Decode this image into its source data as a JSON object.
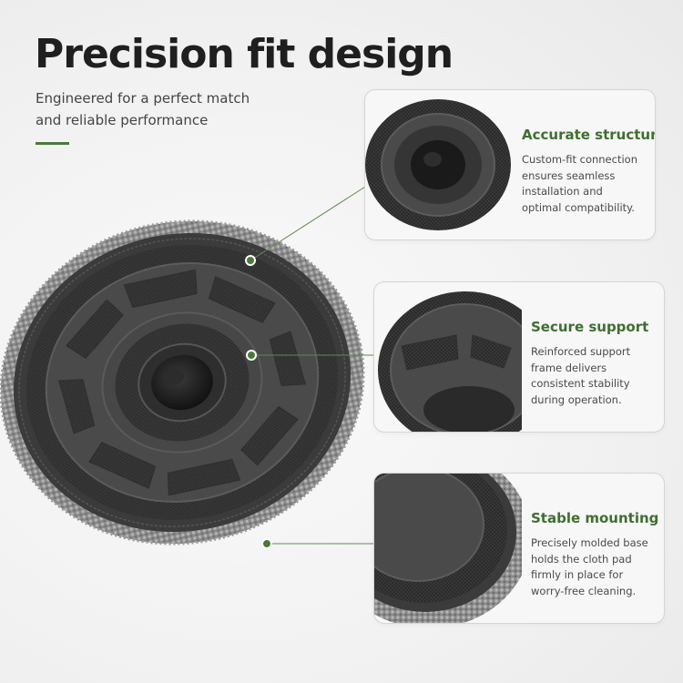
{
  "header": {
    "title": "Precision fit design",
    "subtitle_lines": [
      "Engineered for a perfect match",
      "and reliable performance"
    ]
  },
  "colors": {
    "accent_green": "#4a7a3a",
    "title_text": "#1f1f1f",
    "body_text": "#4a4a4a",
    "card_border": "#d5d5d5"
  },
  "callouts": [
    {
      "title": "Accurate structure",
      "body_lines": [
        "Custom-fit connection",
        "ensures seamless",
        "installation and",
        "optimal compatibility."
      ]
    },
    {
      "title": "Secure support",
      "body_lines": [
        "Reinforced support",
        "frame delivers",
        "consistent stability",
        "during operation."
      ]
    },
    {
      "title": "Stable mounting",
      "body_lines": [
        "Precisely molded base",
        "holds the cloth pad",
        "firmly in place for",
        "worry-free cleaning."
      ]
    }
  ]
}
